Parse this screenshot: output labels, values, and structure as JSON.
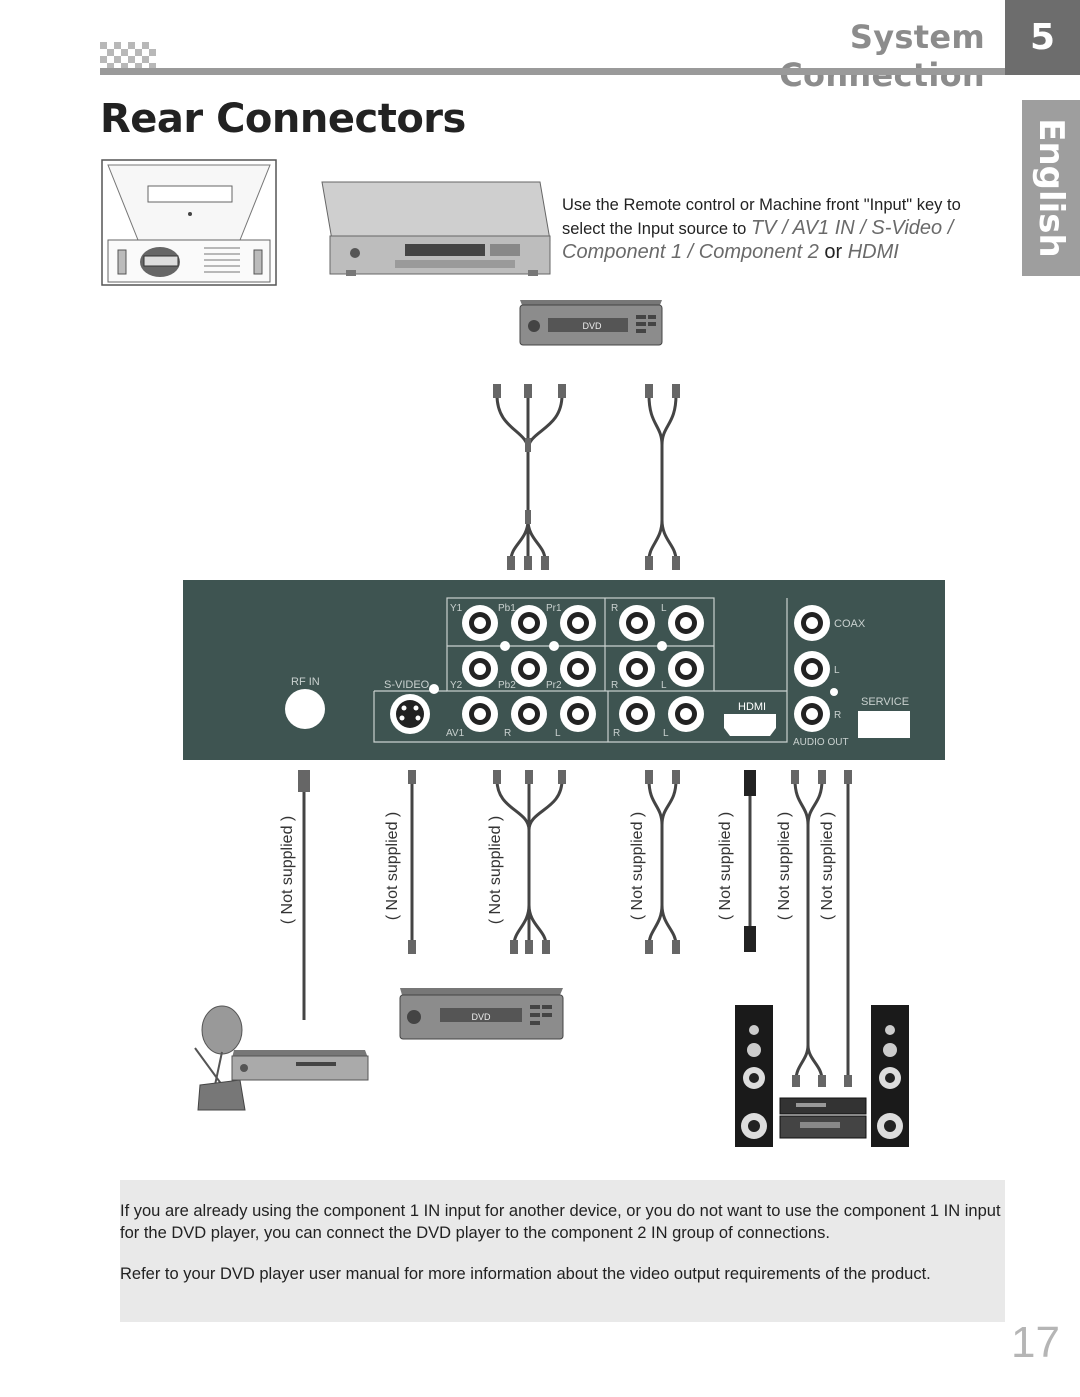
{
  "header": {
    "section_title": "System Connection",
    "chapter_number": "5",
    "language_tab": "English"
  },
  "page_heading": "Rear Connectors",
  "instruction": {
    "part1": "Use the Remote control or Machine front \"Input\" key to select the Input source to ",
    "sources_a": "TV / AV1 IN / S-Video / Component 1 / Component 2",
    "joiner": " or ",
    "sources_b": "HDMI"
  },
  "devices": {
    "dvd_top_label": "DVD",
    "dvd_bottom_label": "DVD"
  },
  "panel": {
    "rf_in": "RF IN",
    "s_video": "S-VIDEO",
    "y1": "Y1",
    "pb1": "Pb1",
    "pr1": "Pr1",
    "r_top": "R",
    "l_top": "L",
    "y2": "Y2",
    "pb2": "Pb2",
    "pr2": "Pr2",
    "r_mid": "R",
    "l_mid": "L",
    "av1": "AV1",
    "av1_r": "R",
    "av1_l": "L",
    "audio_r": "R",
    "audio_l": "L",
    "hdmi": "HDMI",
    "coax": "COAX",
    "out_l": "L",
    "out_r": "R",
    "audio_out": "AUDIO OUT",
    "service": "SERVICE"
  },
  "cable_notes": [
    "( Not supplied )",
    "( Not supplied )",
    "( Not supplied )",
    "( Not supplied )",
    "( Not supplied )",
    "( Not supplied )",
    "( Not supplied )"
  ],
  "notes": {
    "p1": "If you are already using the component 1 IN input for another device, or you do not want to use the component 1 IN input for the DVD player, you can connect the DVD player to the component 2 IN group of connections.",
    "p2": "Refer to your DVD player user manual for more information about the video output requirements of the product."
  },
  "page_number": "17",
  "colors": {
    "panel": "#3e5451",
    "header_gray": "#8c8c8c",
    "chapter_box": "#6d6d6d"
  }
}
